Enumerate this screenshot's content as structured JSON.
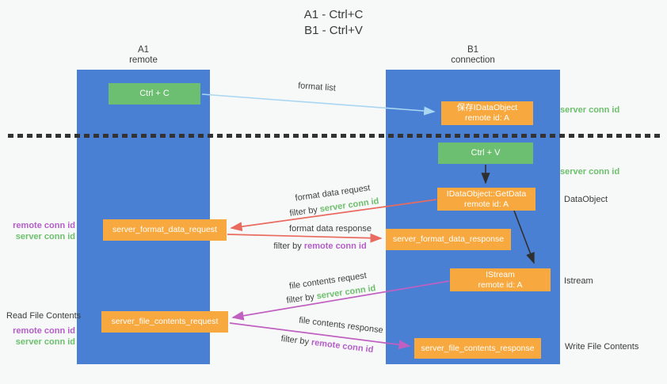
{
  "title": {
    "line1": "A1 - Ctrl+C",
    "line2": "B1 - Ctrl+V"
  },
  "columns": {
    "left": {
      "name": "A1",
      "role": "remote"
    },
    "right": {
      "name": "B1",
      "role": "connection"
    }
  },
  "nodes": {
    "ctrl_c": {
      "label": "Ctrl + C"
    },
    "ctrl_v": {
      "label": "Ctrl + V"
    },
    "save_dataobject": {
      "line1": "保存IDataObject",
      "line2": "remote id: A"
    },
    "getdata": {
      "line1": "IDataObject::GetData",
      "line2": "remote id: A"
    },
    "istream": {
      "line1": "IStream",
      "line2": "remote id: A"
    },
    "format_request": {
      "label": "server_format_data_request"
    },
    "format_response": {
      "label": "server_format_data_response"
    },
    "file_request": {
      "label": "server_file_contents_request"
    },
    "file_response": {
      "label": "server_file_contents_response"
    }
  },
  "edges": {
    "format_list": {
      "label": "format list"
    },
    "format_data_request": {
      "label": "format data request",
      "filter_prefix": "filter by ",
      "filter_key": "server conn id"
    },
    "format_data_response": {
      "label": "format data response",
      "filter_prefix": "filter by ",
      "filter_key": "remote conn id"
    },
    "file_contents_request": {
      "label": "file contents request",
      "filter_prefix": "filter by ",
      "filter_key": "server conn id"
    },
    "file_contents_response": {
      "label": "file contents response",
      "filter_prefix": "filter by ",
      "filter_key": "remote conn id"
    }
  },
  "side_labels": {
    "right_server_conn_top": "server conn id",
    "right_server_conn_mid": "server conn id",
    "dataobject": "DataObject",
    "istream": "Istream",
    "write_file_contents": "Write File Contents",
    "read_file_contents": "Read File Contents",
    "left_remote_conn_1": "remote conn id",
    "left_server_conn_1": "server conn id",
    "left_remote_conn_2": "remote conn id",
    "left_server_conn_2": "server conn id"
  },
  "colors": {
    "lifeline_blue": "#4a80d4",
    "action_green": "#6cbf70",
    "message_orange": "#f7a83e",
    "server_conn_green": "#6dbf6d",
    "remote_conn_purple": "#b45ec8",
    "format_arrow_red": "#e96a5f",
    "file_arrow_magenta": "#c060c0",
    "format_list_blue": "#a9d7f2",
    "black_arrow": "#2f2f2f"
  }
}
